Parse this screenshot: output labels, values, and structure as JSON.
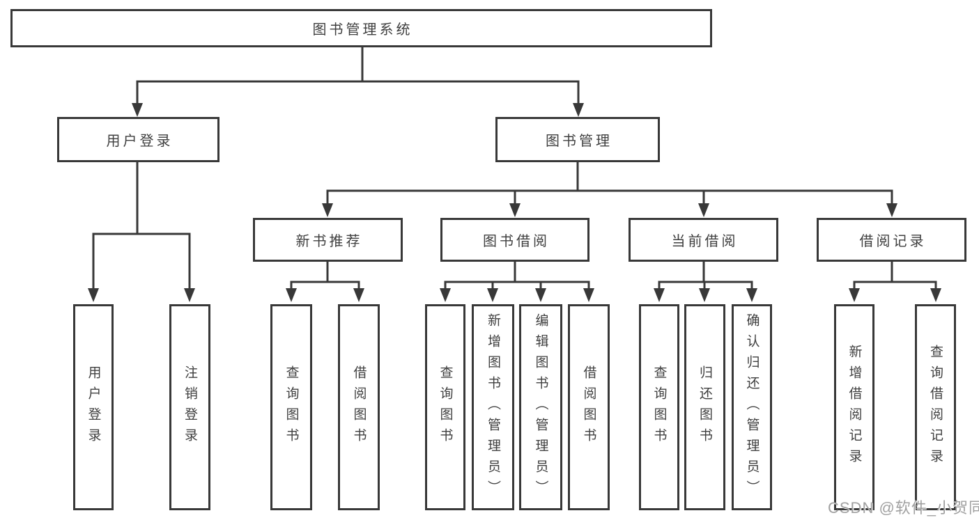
{
  "colors": {
    "background": "#ffffff",
    "line": "#383838",
    "box_border": "#383838",
    "text": "#3f3f3f",
    "watermark": "#a0a0a0"
  },
  "nodes": {
    "root": "图书管理系统",
    "user_login": "用户登录",
    "book_mgmt": "图书管理",
    "leaf_user_login": "用户登录",
    "leaf_logout": "注销登录",
    "new_book": "新书推荐",
    "book_borrow": "图书借阅",
    "current_borrow": "当前借阅",
    "borrow_record": "借阅记录",
    "nb_query": "查询图书",
    "nb_borrow": "借阅图书",
    "bb_query": "查询图书",
    "bb_add": "新增图书（管理员）",
    "bb_edit": "编辑图书（管理员）",
    "bb_borrow": "借阅图书",
    "cb_query": "查询图书",
    "cb_return": "归还图书",
    "cb_confirm": "确认归还（管理员）",
    "br_add": "新增借阅记录",
    "br_query": "查询借阅记录"
  },
  "watermark": {
    "text": "CSDN @软件_小贺同学"
  }
}
